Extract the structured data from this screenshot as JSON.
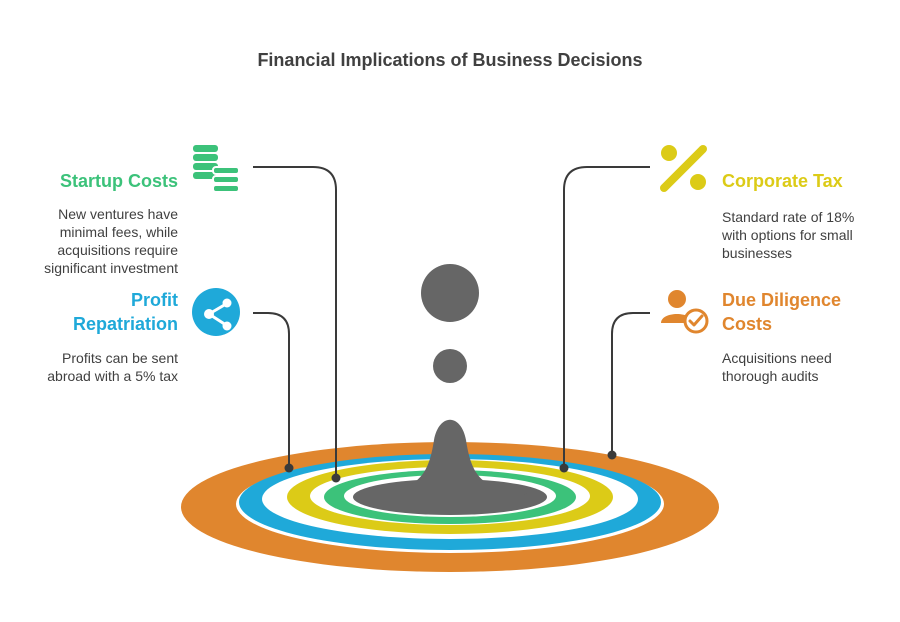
{
  "title": "Financial Implications of Business Decisions",
  "colors": {
    "green": "#3cc27a",
    "blue": "#1fa9d9",
    "yellow": "#dccb17",
    "orange": "#e0862e",
    "gray": "#666666",
    "text": "#404040"
  },
  "items": [
    {
      "heading": "Startup Costs",
      "description": [
        "New ventures have",
        "minimal fees, while",
        "acquisitions require",
        "significant investment"
      ],
      "icon": "coins-stack-icon",
      "color": "#3cc27a"
    },
    {
      "heading": [
        "Profit",
        "Repatriation"
      ],
      "description": [
        "Profits can be sent",
        "abroad with a 5% tax"
      ],
      "icon": "share-network-icon",
      "color": "#1fa9d9"
    },
    {
      "heading": "Corporate Tax",
      "description": [
        "Standard rate of 18%",
        "with options for small",
        "businesses"
      ],
      "icon": "percent-icon",
      "color": "#dccb17"
    },
    {
      "heading": [
        "Due Diligence",
        "Costs"
      ],
      "description": [
        "Acquisitions need",
        "thorough audits"
      ],
      "icon": "person-check-icon",
      "color": "#e0862e"
    }
  ]
}
